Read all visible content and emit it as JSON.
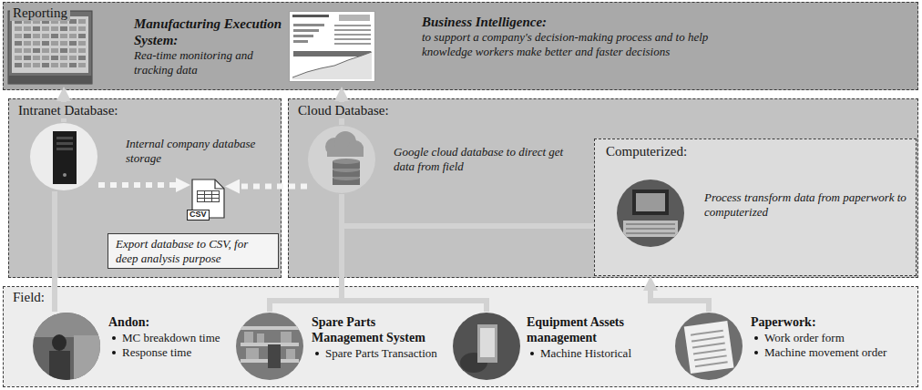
{
  "diagram": {
    "nodes": [
      {
        "text": [
          "Reporting"
        ]
      },
      {
        "text": [
          "Manufacturing Execution System:",
          "Rea-time monitoring and tracking data"
        ],
        "in": 0
      },
      {
        "text": [
          "Business Intelligence:",
          "to support a company's decision-making process and to help knowledge workers make better and faster decisions"
        ],
        "in": 0
      },
      {
        "text": [
          "Intranet Database:"
        ]
      },
      {
        "text": [
          "Internal company database storage"
        ],
        "in": 3
      },
      {
        "text": [
          "CSV"
        ],
        "in": 3
      },
      {
        "text": [
          "Export database to CSV, for deep analysis purpose"
        ],
        "in": 3
      },
      {
        "text": [
          "Cloud Database:"
        ]
      },
      {
        "text": [
          "Google cloud database to direct get data from field"
        ],
        "in": 7
      },
      {
        "text": [
          "Computerized:",
          "Process transform data from paperwork to computerized"
        ],
        "in": 7
      },
      {
        "text": [
          "Field:"
        ]
      },
      {
        "text": [
          "Andon:",
          "MC breakdown time",
          "Response time"
        ],
        "in": 10
      },
      {
        "text": [
          "Spare Parts Management System",
          "Spare Parts Transaction"
        ],
        "in": 10
      },
      {
        "text": [
          "Equipment Assets management",
          "Machine Historical"
        ],
        "in": 10
      },
      {
        "text": [
          "Paperwork:",
          "Work order form",
          "Machine movement order"
        ],
        "in": 10
      }
    ],
    "edges": [
      {
        "from": 4,
        "to": 1,
        "arrow": "to"
      },
      {
        "from": 8,
        "to": 2,
        "arrow": "to"
      },
      {
        "from": 4,
        "to": 5,
        "arrow": "to"
      },
      {
        "from": 8,
        "to": 5,
        "arrow": "to"
      },
      {
        "from": 11,
        "to": 4,
        "arrow": "none"
      },
      {
        "from": 12,
        "to": 8,
        "arrow": "none"
      },
      {
        "from": 13,
        "to": 8,
        "arrow": "none"
      },
      {
        "from": 14,
        "to": 9,
        "arrow": "to"
      },
      {
        "from": 9,
        "to": 8,
        "arrow": "none"
      }
    ]
  }
}
